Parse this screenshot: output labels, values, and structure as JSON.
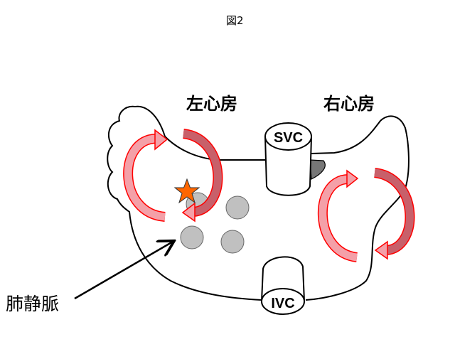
{
  "figure_label": "図2",
  "labels": {
    "left_atrium": "左心房",
    "right_atrium": "右心房",
    "pulmonary_veins": "肺静脈",
    "svc": "SVC",
    "ivc": "IVC"
  },
  "colors": {
    "arrow_stroke": "#ff0000",
    "arrow_fill": "#f4a0a8",
    "arrow_tail": "#c8606a",
    "star": "#ff6600",
    "vein": "#c0c0c0"
  }
}
